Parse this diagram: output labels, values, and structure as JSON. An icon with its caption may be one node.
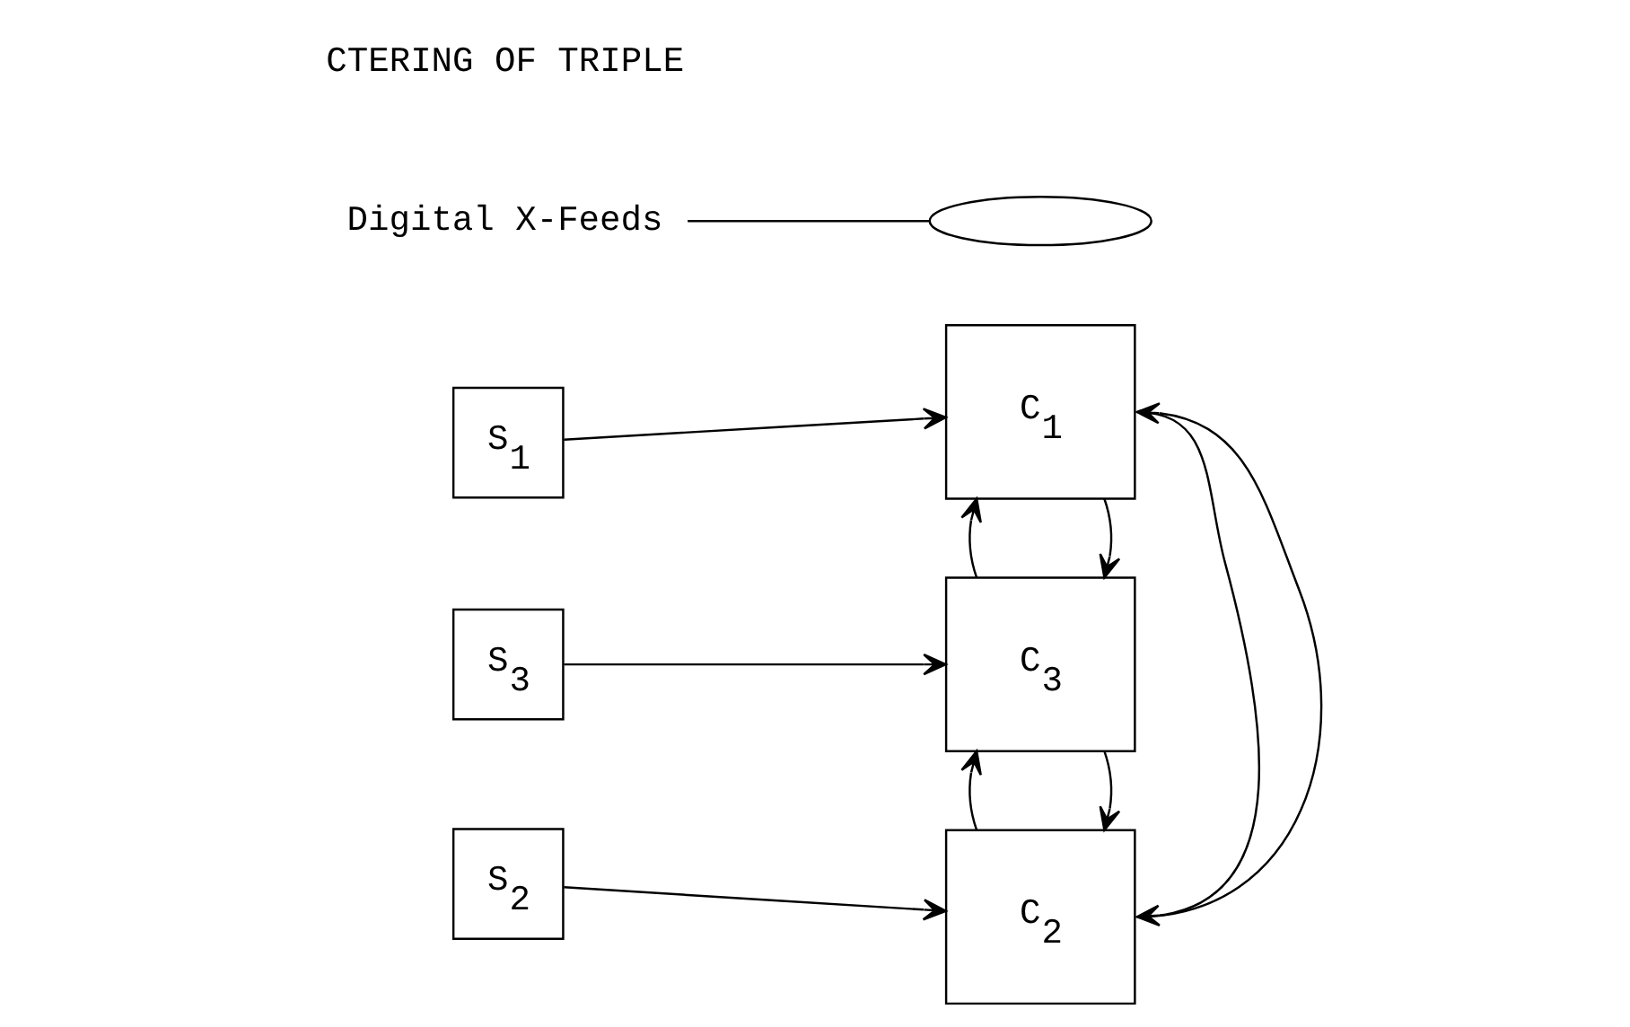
{
  "diagram": {
    "nodes": [
      {
        "text": [
          "S$_{1}$"
        ]
      },
      {
        "text": [
          "S$_{3}$"
        ]
      },
      {
        "text": [
          "S$_{2}$"
        ]
      },
      {
        "text": [
          "C$_{1}$"
        ]
      },
      {
        "text": [
          "C$_{3}$"
        ]
      },
      {
        "text": [
          "C$_{2}$"
        ]
      },
      {
        "text": [
          "Digital X-Feeds"
        ]
      },
      {
        "text": [],
        "shape": "ellipse"
      }
    ],
    "edges": [
      {
        "from": 0,
        "to": 3,
        "arrow": "to"
      },
      {
        "from": 1,
        "to": 4,
        "arrow": "to"
      },
      {
        "from": 2,
        "to": 5,
        "arrow": "to"
      },
      {
        "from": 3,
        "to": 4,
        "arrow": "to"
      },
      {
        "from": 3,
        "to": 5,
        "arrow": "to"
      },
      {
        "from": 4,
        "to": 3,
        "arrow": "to"
      },
      {
        "from": 4,
        "to": 5,
        "arrow": "to"
      },
      {
        "from": 5,
        "to": 3,
        "arrow": "to"
      },
      {
        "from": 5,
        "to": 4,
        "arrow": "to"
      },
      {
        "from": 6,
        "to": 7,
        "arrow": "none"
      }
    ],
    "labels": [
      "CTERING OF TRIPLE"
    ]
  }
}
